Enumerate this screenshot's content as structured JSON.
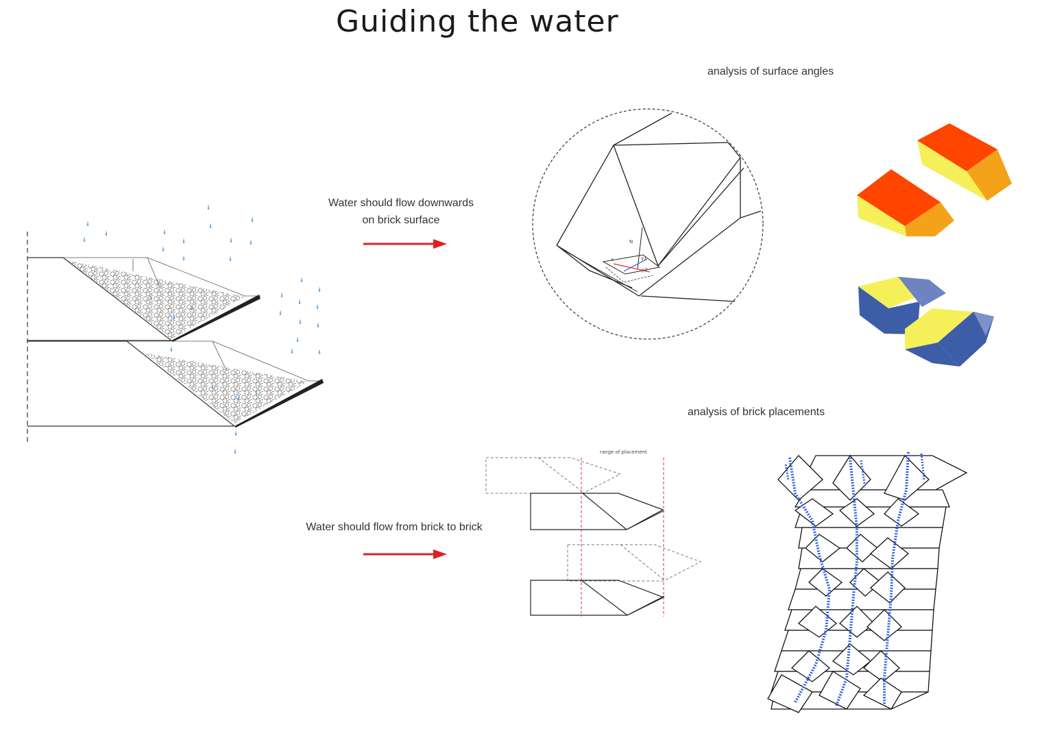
{
  "title": "Guiding the water",
  "labels": {
    "surface_angles": "analysis of surface angles",
    "brick_placements": "analysis of brick placements",
    "flow_surface_line1": "Water should flow downwards",
    "flow_surface_line2": "on brick surface",
    "flow_brick_to_brick": "Water should flow from brick to brick",
    "range_of_placement": "range of placement",
    "axis_n": "N",
    "axis_y1": "y1",
    "axis_y2": "y2",
    "axis_x": "x"
  },
  "colors": {
    "arrow": "#e02020",
    "water": "#6aaee0",
    "red_face": "#ff4500",
    "orange_face": "#f4a21a",
    "yellow_face": "#f5f05a",
    "blue_face": "#3d5da8",
    "blue_dots": "#2f5fe0",
    "guide_line": "#e03030"
  }
}
